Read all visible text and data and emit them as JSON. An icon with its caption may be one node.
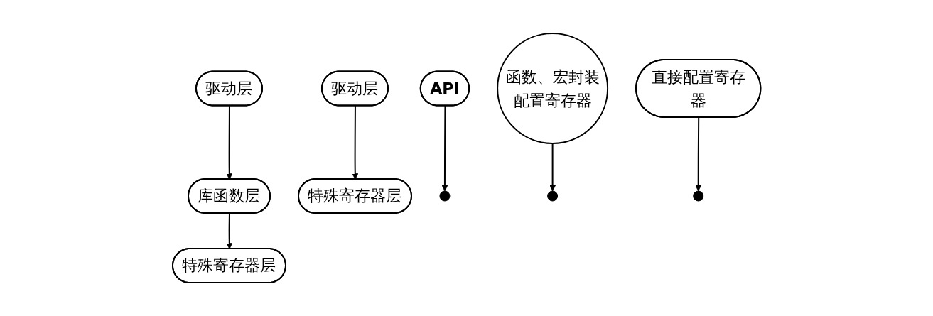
{
  "diagram": {
    "nodes": [
      {
        "text": [
          "驱动层"
        ]
      },
      {
        "text": [
          "API"
        ]
      },
      {
        "text": [
          "库函数层"
        ]
      },
      {
        "text": [
          "函数、宏封装配置寄存器"
        ]
      },
      {
        "text": [
          "特殊寄存器层"
        ]
      },
      {
        "text": [
          "驱动层"
        ]
      },
      {
        "text": [
          "直接配置寄存器"
        ]
      },
      {
        "text": [
          "特殊寄存器层"
        ]
      }
    ],
    "edges": [
      {
        "from": 0,
        "to": 2,
        "arrow": "to"
      },
      {
        "from": 1,
        "to": null,
        "arrow": "to"
      },
      {
        "from": 2,
        "to": 4,
        "arrow": "to"
      },
      {
        "from": 3,
        "to": null,
        "arrow": "to"
      },
      {
        "from": 5,
        "to": 7,
        "arrow": "to"
      },
      {
        "from": 6,
        "to": null,
        "arrow": "to"
      }
    ]
  }
}
